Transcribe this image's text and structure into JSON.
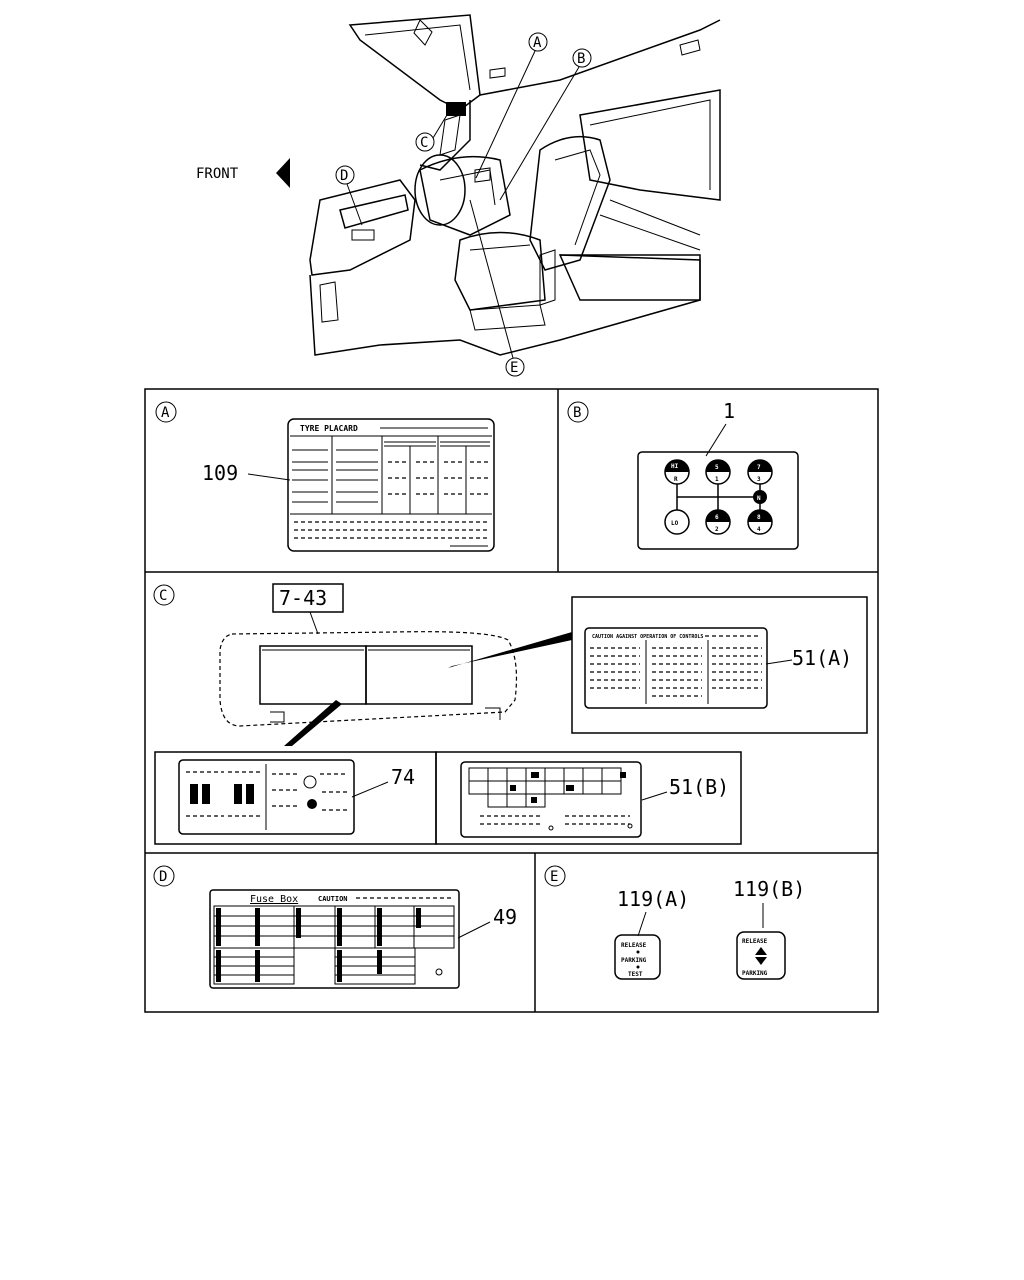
{
  "overview": {
    "front_label": "FRONT",
    "callouts": [
      "A",
      "B",
      "C",
      "D",
      "E"
    ]
  },
  "panels": {
    "A": {
      "letter": "A",
      "part": "109",
      "placard_title": "TYRE PLACARD"
    },
    "B": {
      "letter": "B",
      "part": "1",
      "gears": [
        {
          "top": "HI",
          "bottom": "R"
        },
        {
          "top": "5",
          "bottom": "1"
        },
        {
          "top": "7",
          "bottom": "3"
        },
        {
          "top": "",
          "bottom": "LO"
        },
        {
          "top": "6",
          "bottom": "2"
        },
        {
          "top": "8",
          "bottom": "4"
        }
      ],
      "neutral": "N"
    },
    "C": {
      "letter": "C",
      "ref": "7-43",
      "part_a": "51(A)",
      "part_b": "51(B)",
      "part_74": "74",
      "caution_title": "CAUTION AGAINST OPERATION OF CONTROLS"
    },
    "D": {
      "letter": "D",
      "part": "49",
      "fuse_title": "Fuse Box",
      "caution": "CAUTION"
    },
    "E": {
      "letter": "E",
      "part_a": "119(A)",
      "part_b": "119(B)",
      "label_a": [
        "RELEASE",
        "PARKING",
        "TEST"
      ],
      "label_b": [
        "RELEASE",
        "PARKING"
      ]
    }
  }
}
